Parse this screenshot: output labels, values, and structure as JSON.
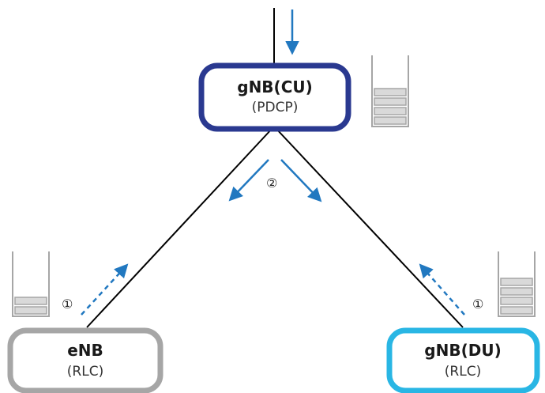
{
  "colors": {
    "cu_border": "#2a3990",
    "eNB_border": "#a6a6a6",
    "du_border": "#29b6e4",
    "arrow": "#2178c0",
    "link": "#000000",
    "buffer": "#a6a6a6",
    "buffer_fill": "#d9d9d9"
  },
  "nodes": {
    "cu": {
      "title": "gNB(CU)",
      "subtitle": "(PDCP)"
    },
    "enb": {
      "title": "eNB",
      "subtitle": "(RLC)"
    },
    "du": {
      "title": "gNB(DU)",
      "subtitle": "(RLC)"
    }
  },
  "steps": {
    "split": "②",
    "feedback_enb": "①",
    "feedback_du": "①"
  },
  "buffers": {
    "cu_levels": 4,
    "enb_levels": 2,
    "du_levels": 4
  },
  "icons": {
    "buffer": "buffer-queue-icon",
    "arrow": "arrow-icon"
  }
}
